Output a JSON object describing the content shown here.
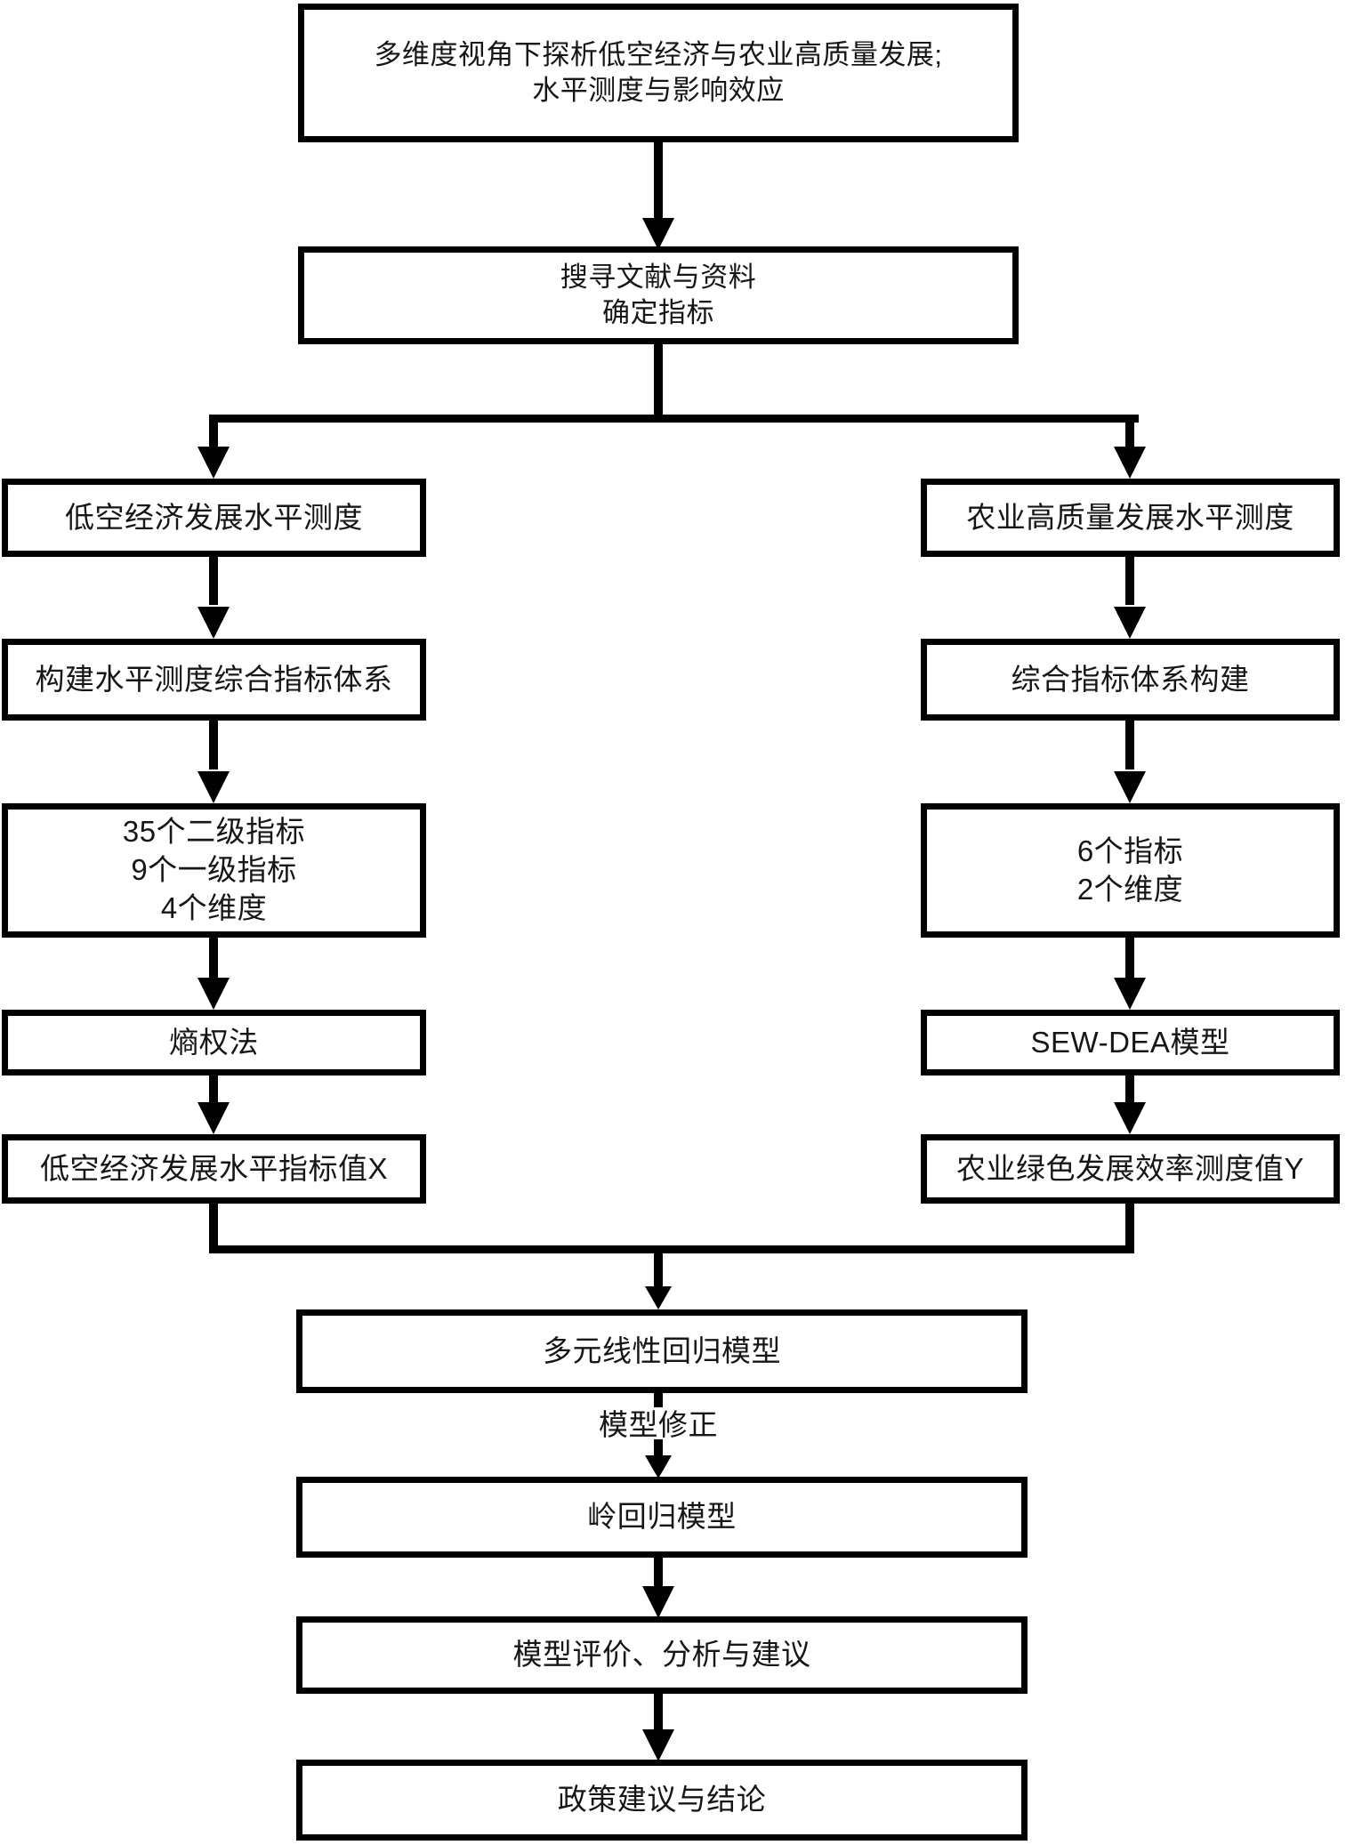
{
  "flowchart": {
    "colors": {
      "line": "#000000",
      "background": "#ffffff",
      "text": "#161616"
    },
    "nodes": {
      "top": {
        "lines": [
          "多维度视角下探析低空经济与农业高质量发展;",
          "水平测度与影响效应"
        ]
      },
      "literature": {
        "lines": [
          "搜寻文献与资料",
          "确定指标"
        ]
      },
      "left_branch": {
        "measure": "低空经济发展水平测度",
        "system": "构建水平测度综合指标体系",
        "indicators": [
          "35个二级指标",
          "9个一级指标",
          "4个维度"
        ],
        "method": "熵权法",
        "result": "低空经济发展水平指标值X"
      },
      "right_branch": {
        "measure": "农业高质量发展水平测度",
        "system": "综合指标体系构建",
        "indicators": [
          "6个指标",
          "2个维度"
        ],
        "method": "SEW-DEA模型",
        "result": "农业绿色发展效率测度值Y"
      },
      "regression": "多元线性回归模型",
      "correction_label": "模型修正",
      "ridge": "岭回归模型",
      "evaluation": "模型评价、分析与建议",
      "conclusion": "政策建议与结论"
    }
  }
}
